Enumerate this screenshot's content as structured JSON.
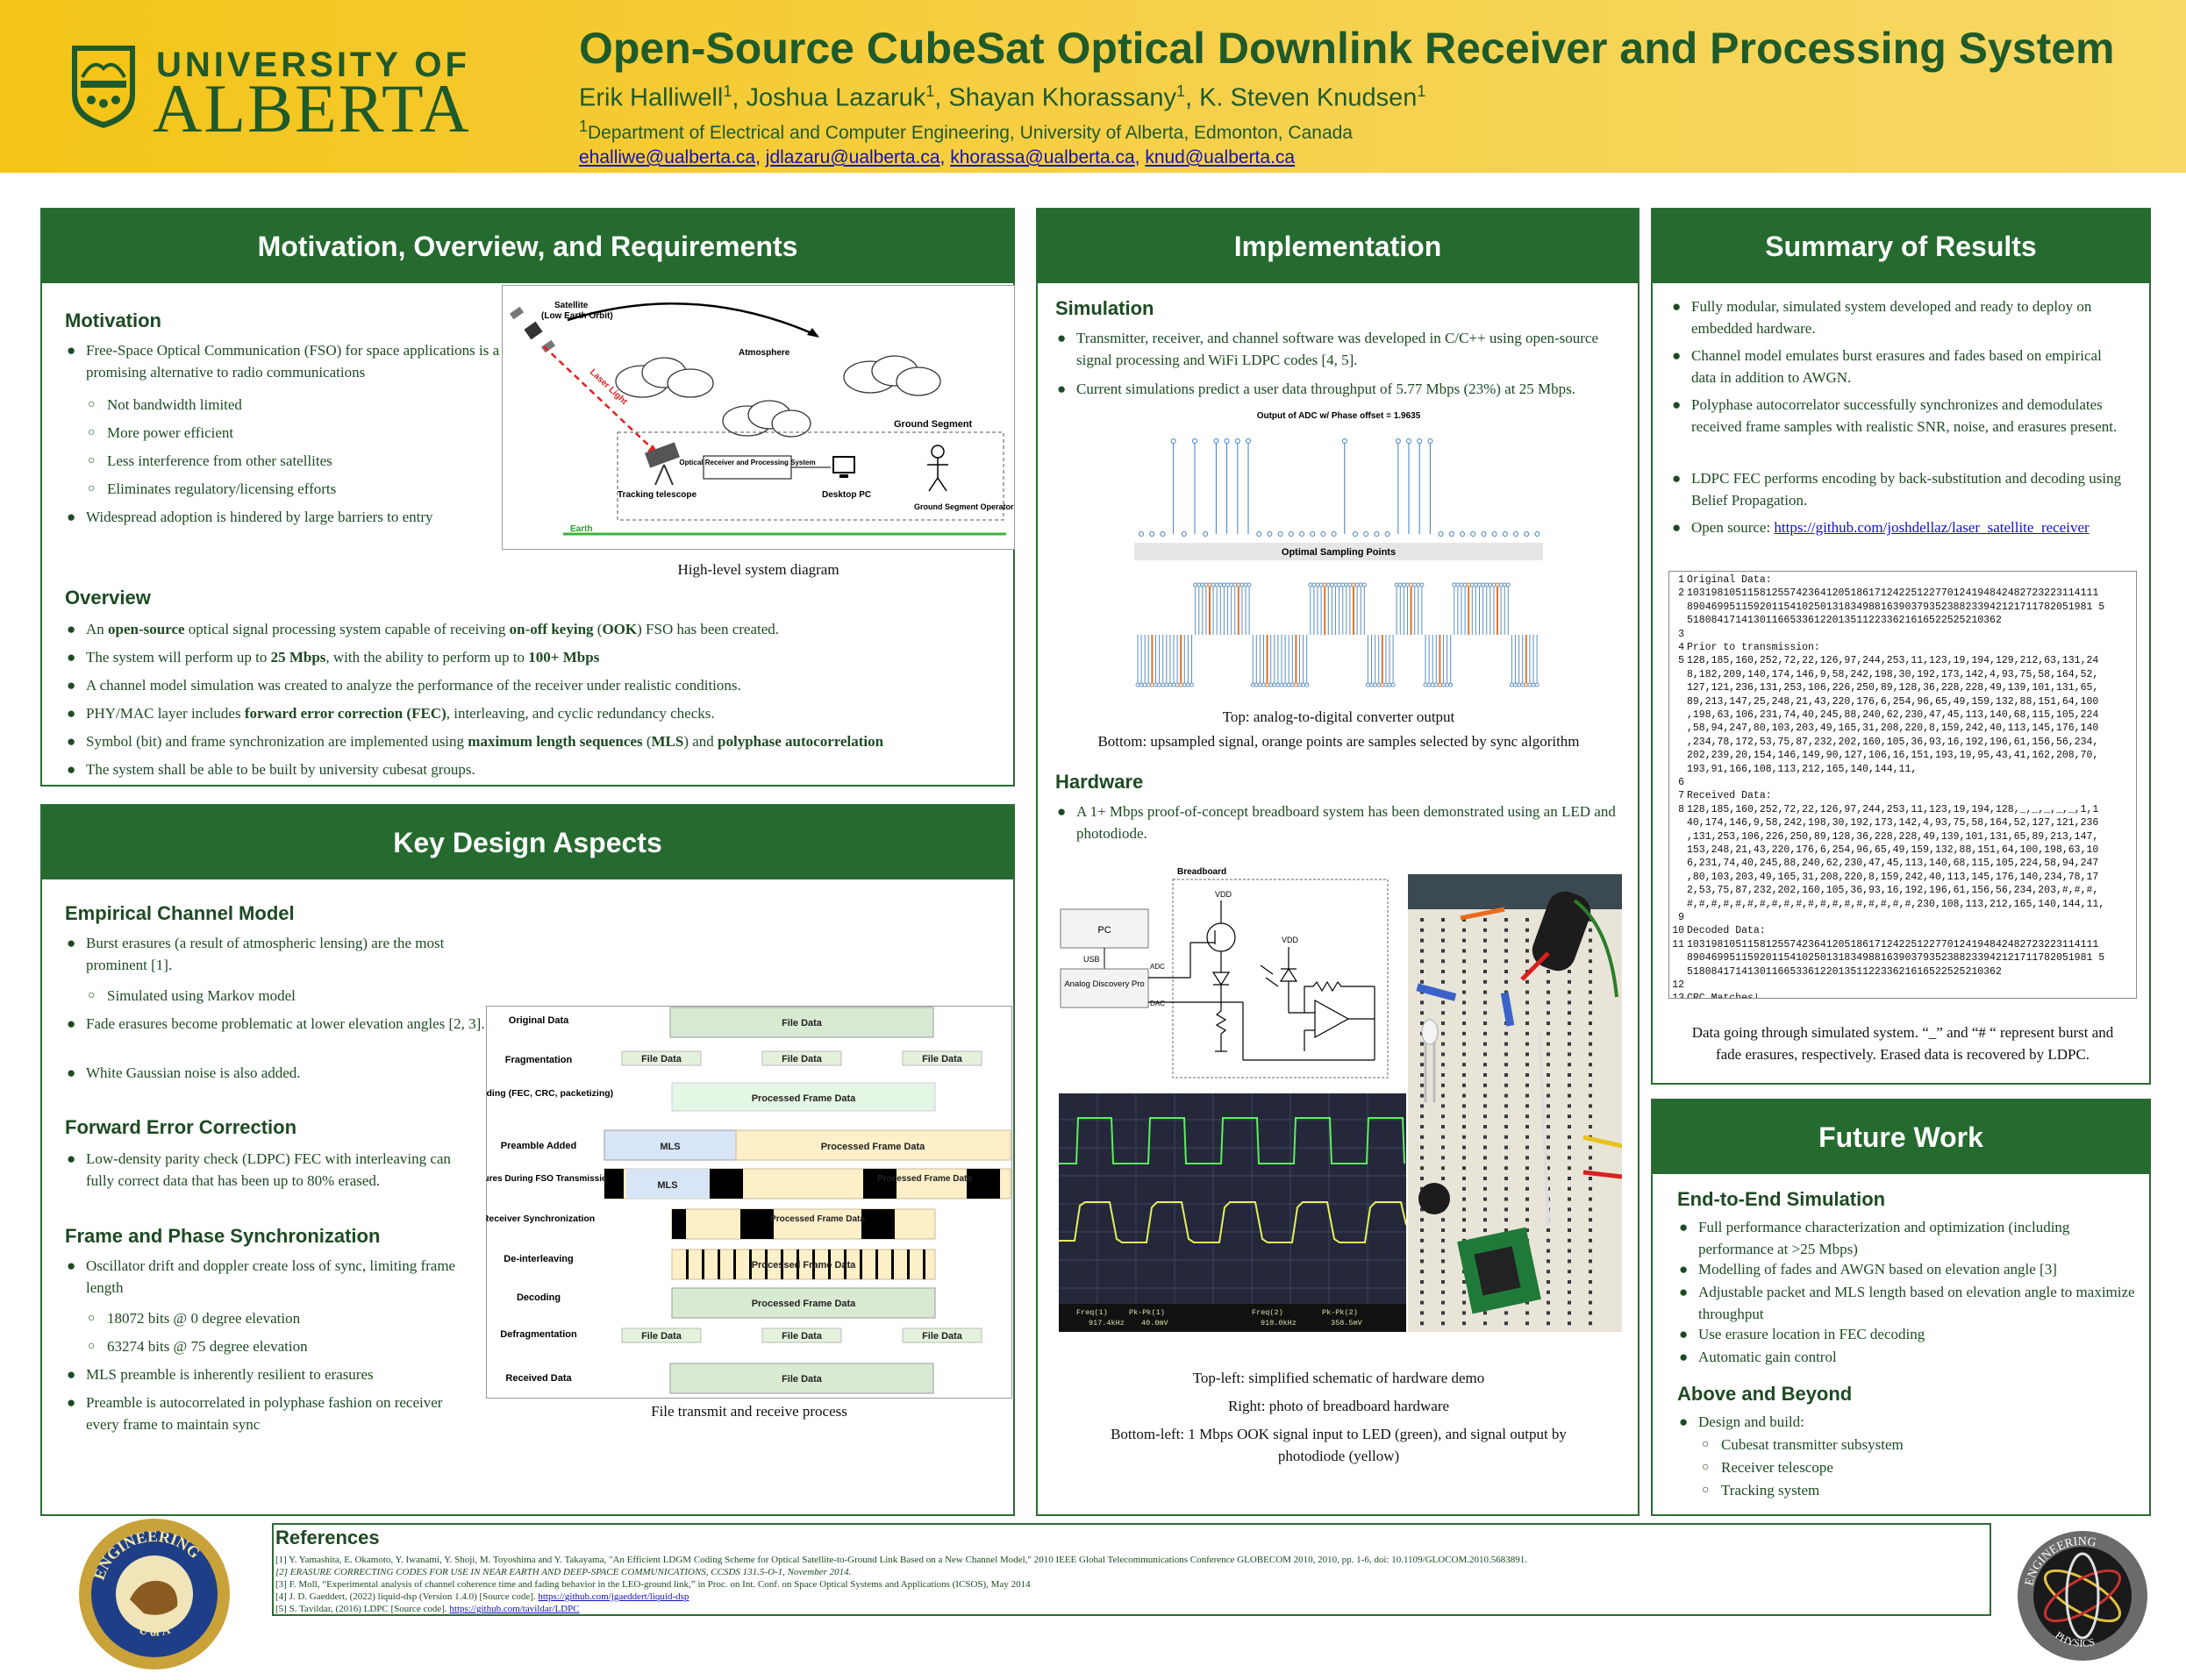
{
  "header": {
    "logo_top": "UNIVERSITY OF",
    "logo_bottom": "ALBERTA",
    "title": "Open-Source CubeSat Optical Downlink Receiver and Processing System",
    "authors": [
      "Erik Halliwell",
      "Joshua Lazaruk",
      "Shayan Khorassany",
      "K. Steven Knudsen"
    ],
    "author_mark": "1",
    "affiliation_mark": "1",
    "affiliation": "Department of Electrical and Computer Engineering, University of Alberta, Edmonton, Canada",
    "emails": [
      "ehalliwe@ualberta.ca",
      "jdlazaru@ualberta.ca",
      "khorassa@ualberta.ca",
      "knud@ualberta.ca"
    ],
    "email_sep": ", "
  },
  "motivation": {
    "panel_title": "Motivation, Overview, and Requirements",
    "h_motivation": "Motivation",
    "m1": "Free-Space Optical Communication (FSO) for space applications is a promising alternative to radio communications",
    "m_sub": [
      "Not bandwidth limited",
      "More power efficient",
      "Less interference from other satellites",
      "Eliminates regulatory/licensing efforts"
    ],
    "m2": "Widespread adoption is hindered by large barriers to entry",
    "diagram": {
      "satellite": "Satellite",
      "orbit": "(Low Earth Orbit)",
      "atmosphere": "Atmosphere",
      "laser": "Laser Light",
      "ground_segment": "Ground Segment",
      "receiver": "Optical Receiver and Processing System",
      "telescope": "Tracking telescope",
      "pc": "Desktop PC",
      "operator": "Ground Segment Operator",
      "earth": "Earth"
    },
    "diagram_caption": "High-level system diagram",
    "h_overview": "Overview",
    "o1a": "An ",
    "o1b": "open-source",
    "o1c": " optical signal processing system capable of receiving ",
    "o1d": "on-off keying",
    "o1e": " (",
    "o1f": "OOK",
    "o1g": ") FSO has been created.",
    "o2a": "The system will perform up to ",
    "o2b": "25 Mbps",
    "o2c": ", with the ability to perform up to ",
    "o2d": "100+ Mbps",
    "o3": "A channel model simulation was created to analyze the performance of the receiver under realistic conditions.",
    "o4a": "PHY/MAC layer includes ",
    "o4b": "forward error correction (FEC)",
    "o4c": ", interleaving, and cyclic redundancy checks.",
    "o5a": "Symbol (bit) and frame synchronization are implemented using ",
    "o5b": "maximum length sequences",
    "o5c": " (",
    "o5d": "MLS",
    "o5e": ") and ",
    "o5f": "polyphase autocorrelation",
    "o6": "The system shall be able to be built by university cubesat groups."
  },
  "design": {
    "panel_title": "Key Design Aspects",
    "h_channel": "Empirical Channel Model",
    "c1": "Burst erasures (a result of atmospheric lensing) are the most prominent [1].",
    "c1_sub": "Simulated using Markov model",
    "c2": "Fade erasures become problematic at lower elevation angles [2, 3].",
    "c3": "White Gaussian noise is also added.",
    "h_fec": "Forward Error Correction",
    "f1": "Low-density parity check (LDPC) FEC with interleaving can fully correct data that has been up to 80% erased.",
    "h_sync": "Frame and Phase Synchronization",
    "s1": "Oscillator drift and doppler create loss of sync, limiting frame length",
    "s1_sub": [
      "18072 bits @ 0 degree elevation",
      "63274 bits @ 75 degree elevation"
    ],
    "s2": "MLS preamble is inherently resilient to erasures",
    "s3": "Preamble is autocorrelated in polyphase fashion on receiver every frame to maintain sync",
    "flow_rows": [
      "Original Data",
      "Fragmentation",
      "Encoding (FEC, CRC, packetizing)",
      "Preamble Added",
      "Erasures During FSO Transmission",
      "Receiver Synchronization",
      "De-interleaving",
      "Decoding",
      "Defragmentation",
      "Received Data"
    ],
    "flow_labels": {
      "file": "File Data",
      "processed": "Processed Frame Data",
      "mls": "MLS",
      "processed2": "Processed Frame Data"
    },
    "flow_caption": "File transmit and receive process"
  },
  "implementation": {
    "panel_title": "Implementation",
    "h_sim": "Simulation",
    "sim1": "Transmitter, receiver, and channel software was developed in C/C++ using open-source signal processing and WiFi LDPC codes [4, 5].",
    "sim2": "Current simulations predict a user data throughput of 5.77 Mbps (23%) at 25 Mbps.",
    "adc_title": "Output of ADC w/ Phase offset = 1.9635",
    "adc_footer": "Optimal Sampling Points",
    "sim_caption1": "Top: analog-to-digital converter output",
    "sim_caption2": "Bottom: upsampled signal, orange points are samples selected by sync algorithm",
    "h_hw": "Hardware",
    "hw1": "A 1+ Mbps proof-of-concept breadboard system has been demonstrated using an LED and photodiode.",
    "schem": {
      "breadboard": "Breadboard",
      "pc": "PC",
      "usb": "USB",
      "ad": "Analog Discovery Pro",
      "adc": "ADC",
      "dac": "DAC",
      "vdd": "VDD"
    },
    "scope": {
      "f1": "Freq(1)",
      "v1": "917.4kHz",
      "p1": "Pk-Pk(1)",
      "v2": "40.0mV",
      "f2": "Freq(2)",
      "v3": "918.0kHz",
      "p2": "Pk-Pk(2)",
      "v4": "358.5mV"
    },
    "hw_caption1": "Top-left: simplified schematic of hardware demo",
    "hw_caption2": "Right: photo of breadboard hardware",
    "hw_caption3": "Bottom-left: 1 Mbps OOK signal input to LED (green), and signal output by photodiode (yellow)"
  },
  "results": {
    "panel_title": "Summary of Results",
    "r1": "Fully modular, simulated system developed and ready to deploy on embedded hardware.",
    "r2": "Channel model emulates burst erasures and fades based on empirical data in addition to AWGN.",
    "r3": "Polyphase autocorrelator successfully synchronizes and demodulates received frame samples with realistic SNR, noise, and erasures present.",
    "r4": "LDPC FEC performs encoding by back-substitution and decoding using Belief Propagation.",
    "r5a": "Open source: ",
    "r5b": "https://github.com/joshdellaz/laser_satellite_receiver",
    "code": [
      {
        "n": "1",
        "lines": [
          "Original Data:"
        ]
      },
      {
        "n": "2",
        "lines": [
          "10319810511581255742364120518617124225122770124194842482723223114111",
          "8904699511592011541025013183498816390379352388233942121711782051981 5",
          "5180841714130116653361220135112233621616522525210362"
        ]
      },
      {
        "n": "3",
        "lines": [
          ""
        ]
      },
      {
        "n": "4",
        "lines": [
          "Prior to transmission:"
        ]
      },
      {
        "n": "5",
        "lines": [
          "128,185,160,252,72,22,126,97,244,253,11,123,19,194,129,212,63,131,24",
          "8,182,209,140,174,146,9,58,242,198,30,192,173,142,4,93,75,58,164,52,",
          "127,121,236,131,253,106,226,250,89,128,36,228,228,49,139,101,131,65,",
          "89,213,147,25,248,21,43,220,176,6,254,96,65,49,159,132,88,151,64,100",
          ",198,63,106,231,74,40,245,88,240,62,230,47,45,113,140,68,115,105,224",
          ",58,94,247,80,103,203,49,165,31,208,220,8,159,242,40,113,145,176,140",
          ",234,78,172,53,75,87,232,202,160,105,36,93,16,192,196,61,156,56,234,",
          "202,239,20,154,146,149,90,127,106,16,151,193,19,95,43,41,162,208,70,",
          "193,91,166,108,113,212,165,140,144,11,"
        ]
      },
      {
        "n": "6",
        "lines": [
          ""
        ]
      },
      {
        "n": "7",
        "lines": [
          "Received Data:"
        ]
      },
      {
        "n": "8",
        "lines": [
          "128,185,160,252,72,22,126,97,244,253,11,123,19,194,128,_,_,_,_,_,1,1",
          "40,174,146,9,58,242,198,30,192,173,142,4,93,75,58,164,52,127,121,236",
          ",131,253,106,226,250,89,128,36,228,228,49,139,101,131,65,89,213,147,",
          "153,248,21,43,220,176,6,254,96,65,49,159,132,88,151,64,100,198,63,10",
          "6,231,74,40,245,88,240,62,230,47,45,113,140,68,115,105,224,58,94,247",
          ",80,103,203,49,165,31,208,220,8,159,242,40,113,145,176,140,234,78,17",
          "2,53,75,87,232,202,160,105,36,93,16,192,196,61,156,56,234,203,#,#,#,",
          "#,#,#,#,#,#,#,#,#,#,#,#,#,#,#,#,#,#,#,230,108,113,212,165,140,144,11,"
        ]
      },
      {
        "n": "9",
        "lines": [
          ""
        ]
      },
      {
        "n": "10",
        "lines": [
          "Decoded Data:"
        ]
      },
      {
        "n": "11",
        "lines": [
          "10319810511581255742364120518617124225122770124194842482723223114111",
          "8904699511592011541025013183498816390379352388233942121711782051981 5",
          "5180841714130116653361220135112233621616522525210362"
        ]
      },
      {
        "n": "12",
        "lines": [
          ""
        ]
      },
      {
        "n": "13",
        "lines": [
          "CRC Matches!"
        ]
      }
    ],
    "code_caption": "Data going through simulated system. “_” and “# “ represent burst and fade erasures, respectively. Erased data is recovered by LDPC."
  },
  "future": {
    "panel_title": "Future Work",
    "h_e2e": "End-to-End Simulation",
    "e1": "Full performance characterization and optimization (including performance at >25 Mbps)",
    "e2": "Modelling of fades and AWGN based on elevation angle [3]",
    "e3": "Adjustable packet and MLS length based on elevation angle to maximize throughput",
    "e4": "Use erasure location in FEC decoding",
    "e5": "Automatic gain control",
    "h_beyond": "Above and Beyond",
    "b1": "Design and build:",
    "b_sub": [
      "Cubesat transmitter subsystem",
      "Receiver telescope",
      "Tracking system"
    ]
  },
  "references": {
    "heading": "References",
    "r1": "[1] Y. Yamashita, E. Okamoto, Y. Iwanami, Y. Shoji, M. Toyoshima and Y. Takayama, \"An Efficient LDGM Coding Scheme for Optical Satellite-to-Ground Link Based on a New Channel Model,\" 2010 IEEE Global Telecommunications Conference GLOBECOM 2010, 2010, pp. 1-6, doi: 10.1109/GLOCOM.2010.5683891.",
    "r2": "[2] ERASURE CORRECTING CODES FOR USE IN NEAR EARTH AND DEEP-SPACE COMMUNICATIONS, CCSDS 131.5-O-1, November 2014.",
    "r3": "[3] F. Moll, “Experimental analysis of channel coherence time and fading behavior in the LEO-ground link,” in Proc. on Int. Conf. on Space Optical Systems and Applications (ICSOS), May 2014",
    "r4a": "[4] J. D. Gaeddert, (2022) liquid-dsp (Version 1.4.0) [Source code]. ",
    "r4b": "https://github.com/jgaeddert/liquid-dsp",
    "r5a": "[5] S. Tavildar, (2016) LDPC [Source code]. ",
    "r5b": "https://github.com/tavildar/LDPC"
  },
  "badges": {
    "left_top": "ENGINEERING",
    "left_bottom": "U of A",
    "right_top": "ENGINEERING",
    "right_bottom": "PHYSICS"
  },
  "colors": {
    "green": "#256a2f",
    "gold": "#f4c417",
    "text": "#1d4a22",
    "link": "#1010c0"
  }
}
